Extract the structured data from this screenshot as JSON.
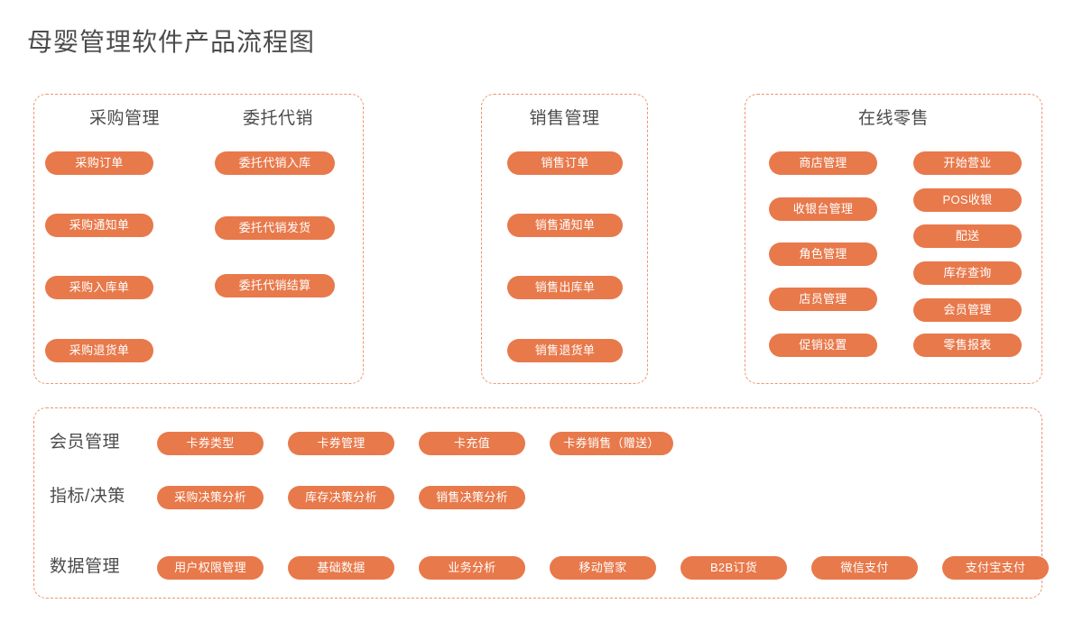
{
  "title": "母婴管理软件产品流程图",
  "colors": {
    "pill_fill": "#e8794b",
    "panel_border": "#ef9470",
    "text_dark": "#4c4c4c",
    "background": "#ffffff"
  },
  "panels": [
    {
      "id": "procurement-consignment",
      "columns": [
        {
          "title": "采购管理",
          "items": [
            "采购订单",
            "采购通知单",
            "采购入库单",
            "采购退货单"
          ]
        },
        {
          "title": "委托代销",
          "items": [
            "委托代销入库",
            "委托代销发货",
            "委托代销结算"
          ]
        }
      ]
    },
    {
      "id": "sales",
      "columns": [
        {
          "title": "销售管理",
          "items": [
            "销售订单",
            "销售通知单",
            "销售出库单",
            "销售退货单"
          ]
        }
      ]
    },
    {
      "id": "online-retail",
      "title": "在线零售",
      "columns": [
        {
          "title": "",
          "items": [
            "商店管理",
            "收银台管理",
            "角色管理",
            "店员管理",
            "促销设置"
          ]
        },
        {
          "title": "",
          "items": [
            "开始营业",
            "POS收银",
            "配送",
            "库存查询",
            "会员管理",
            "零售报表"
          ]
        }
      ]
    }
  ],
  "bottom_panel": {
    "rows": [
      {
        "label": "会员管理",
        "items": [
          "卡券类型",
          "卡券管理",
          "卡充值",
          "卡券销售（赠送）"
        ]
      },
      {
        "label": "指标/决策",
        "items": [
          "采购决策分析",
          "库存决策分析",
          "销售决策分析"
        ]
      },
      {
        "label": "数据管理",
        "items": [
          "用户权限管理",
          "基础数据",
          "业务分析",
          "移动管家",
          "B2B订货",
          "微信支付",
          "支付宝支付"
        ]
      }
    ]
  }
}
